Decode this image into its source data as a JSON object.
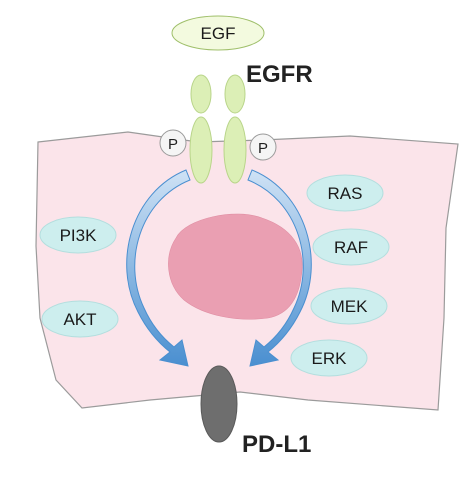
{
  "ligand": {
    "label": "EGF"
  },
  "receptor": {
    "label": "EGFR"
  },
  "phospho": {
    "left": "P",
    "right": "P"
  },
  "left_pathway": [
    {
      "label": "PI3K"
    },
    {
      "label": "AKT"
    }
  ],
  "right_pathway": [
    {
      "label": "RAS"
    },
    {
      "label": "RAF"
    },
    {
      "label": "MEK"
    },
    {
      "label": "ERK"
    }
  ],
  "target": {
    "label": "PD-L1"
  },
  "colors": {
    "cell": "#fbe4ea",
    "cell_stroke": "#9b9b9b",
    "nucleus": "#ea9fb2",
    "node_fill": "#cdeeee",
    "receptor_fill": "#dcefb6",
    "ligand_fill": "#f3fadf",
    "arrow": "#5b9bd5",
    "pdl1": "#6e6e6e"
  }
}
